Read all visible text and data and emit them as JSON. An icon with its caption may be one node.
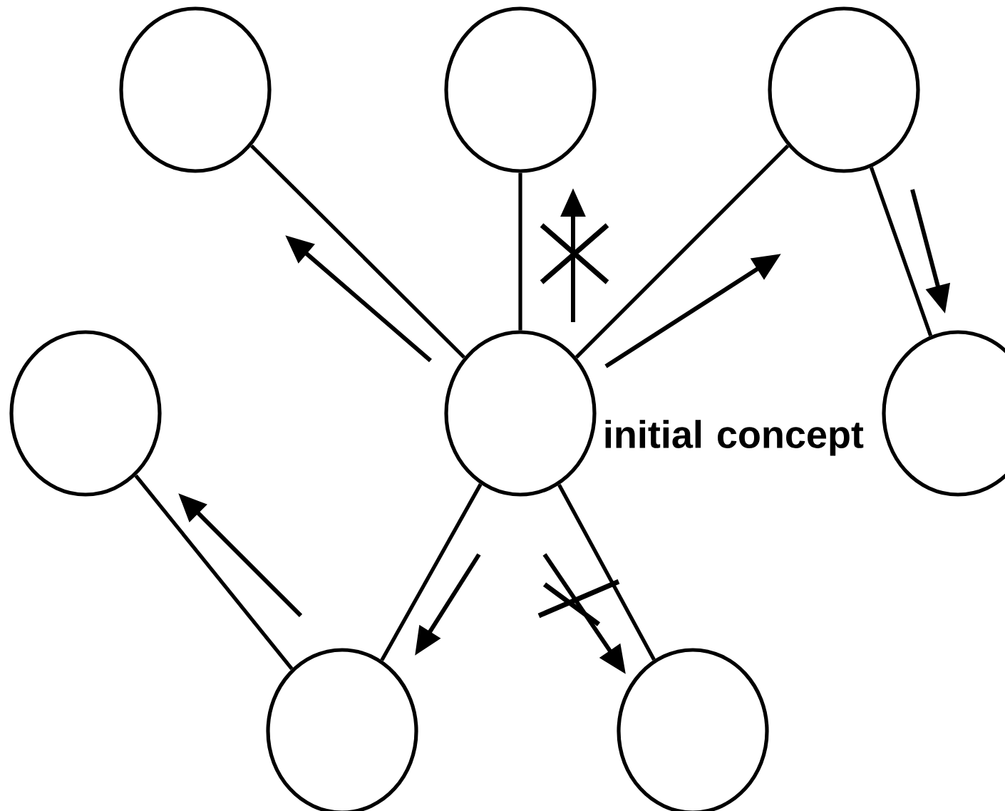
{
  "diagram": {
    "nodes": [
      {
        "text": [],
        "shape": "circle"
      },
      {
        "text": [],
        "shape": "circle"
      },
      {
        "text": [],
        "shape": "circle"
      },
      {
        "text": [],
        "shape": "circle"
      },
      {
        "text": [],
        "shape": "circle",
        "beside": [
          "initial concept"
        ]
      },
      {
        "text": [],
        "shape": "circle"
      },
      {
        "text": [],
        "shape": "circle"
      },
      {
        "text": [],
        "shape": "circle"
      }
    ],
    "edges": [
      {
        "from": 0,
        "to": 4,
        "arrow": "none"
      },
      {
        "from": 1,
        "to": 4,
        "arrow": "none"
      },
      {
        "from": 2,
        "to": 4,
        "arrow": "none"
      },
      {
        "from": 2,
        "to": 5,
        "arrow": "none"
      },
      {
        "from": 4,
        "to": 6,
        "arrow": "none"
      },
      {
        "from": 4,
        "to": 7,
        "arrow": "none"
      },
      {
        "from": 6,
        "to": 3,
        "arrow": "none"
      }
    ]
  }
}
